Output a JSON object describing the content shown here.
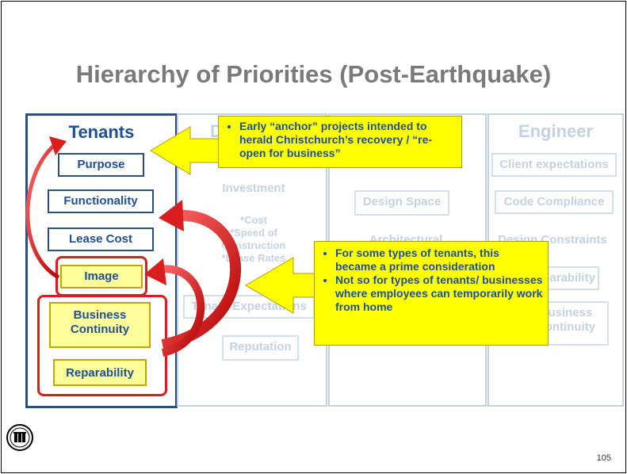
{
  "slide": {
    "title": "Hierarchy of Priorities (Post-Earthquake)",
    "page_number": "105"
  },
  "columns": {
    "tenants": {
      "header": "Tenants",
      "items": [
        "Purpose",
        "Functionality",
        "Lease Cost",
        "Image",
        "Business Continuity",
        "Reparability"
      ]
    },
    "developer": {
      "header": "D",
      "items": {
        "investment": "Investment",
        "criteria": "*Cost\n*Speed of\nConstruction\n*Lease Rates",
        "tenant_expectations": "Tenant Expectations",
        "reputation": "Reputation"
      }
    },
    "architect": {
      "items": {
        "design_space": "Design Space",
        "architectural": "Architectural"
      }
    },
    "engineer": {
      "header": "Engineer",
      "items": [
        "Client expectations",
        "Code Compliance",
        "Design Constraints",
        "Reparability",
        "Business Continuity"
      ]
    }
  },
  "callouts": {
    "top": "Early “anchor” projects intended to herald Christchurch’s recovery / “re-open for business”",
    "bottom_1": "For some types of tenants, this became a prime consideration",
    "bottom_2": "Not so for types of tenants/ businesses where employees can temporarily work from home"
  },
  "colors": {
    "title_gray": "#7a7a7a",
    "tenant_blue": "#1f4f95",
    "faded_blue": "#c3d3e4",
    "callout_yellow": "#ffff00",
    "arrow_red": "#d81e1e"
  },
  "icons": {
    "logo": "aisc-seal-icon"
  }
}
